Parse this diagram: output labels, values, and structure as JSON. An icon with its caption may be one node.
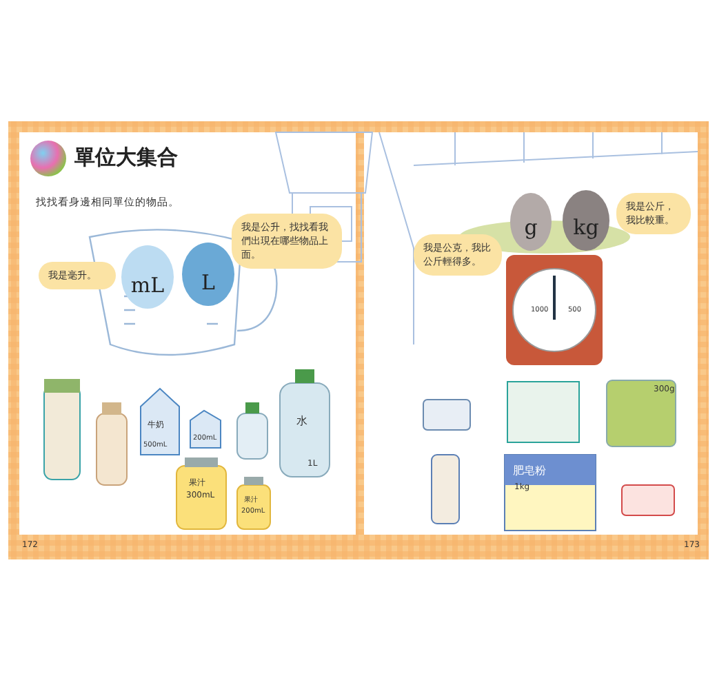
{
  "diagram": {
    "title": "單位大集合",
    "nodes": [
      {
        "text": [
          "我是毫升。"
        ]
      },
      {
        "text": [
          "mL"
        ]
      },
      {
        "text": [
          "L"
        ]
      },
      {
        "text": [
          "我是公升，找找看我們出現在哪些物品上面。"
        ]
      },
      {
        "text": [
          "我是公克，我比公斤輕得多。"
        ]
      },
      {
        "text": [
          "g"
        ]
      },
      {
        "text": [
          "kg"
        ]
      },
      {
        "text": [
          "我是公斤，我比較重。"
        ]
      }
    ],
    "labels": [
      "找找看身邊相同單位的物品。",
      "牛奶",
      "500mL",
      "200mL",
      "水",
      "1L",
      "果汁",
      "300mL",
      "果汁",
      "200mL",
      "1000",
      "500",
      "肥皂粉",
      "1kg",
      "300g",
      "172",
      "173"
    ]
  }
}
